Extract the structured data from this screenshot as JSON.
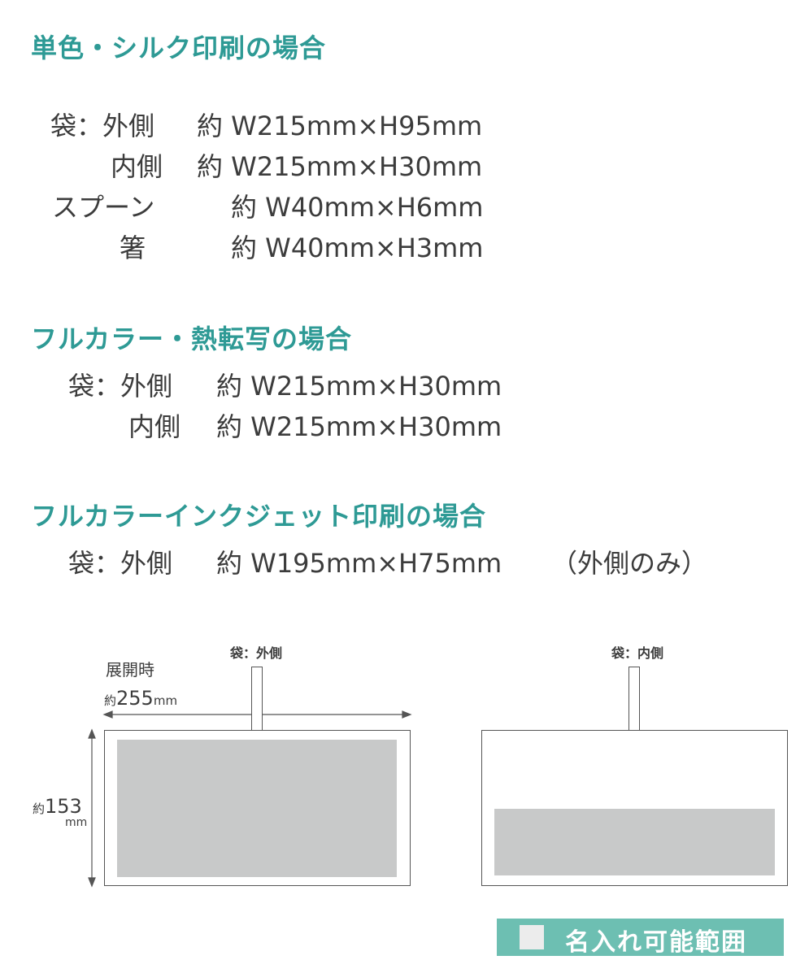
{
  "sections": [
    {
      "title": "単色・シルク印刷の場合",
      "rows": [
        {
          "label": "袋：外側",
          "value": "約 W215mm×H95mm"
        },
        {
          "label": "内側",
          "value": "約 W215mm×H30mm"
        },
        {
          "label": "スプーン",
          "value": "約 W40mm×H6mm"
        },
        {
          "label": "箸",
          "value": "約 W40mm×H3mm"
        }
      ]
    },
    {
      "title": "フルカラー・熱転写の場合",
      "rows": [
        {
          "label": "袋：外側",
          "value": "約 W215mm×H30mm"
        },
        {
          "label": "内側",
          "value": "約 W215mm×H30mm"
        }
      ]
    },
    {
      "title": "フルカラーインクジェット印刷の場合",
      "rows": [
        {
          "label": "袋：外側",
          "value": "約 W195mm×H75mm",
          "note": "（外側のみ）"
        }
      ]
    }
  ],
  "diagram": {
    "outer_label": "袋：外側",
    "inner_label": "袋：内側",
    "unfolded_label": "展開時",
    "width_prefix": "約",
    "width_value": "255",
    "width_unit": "mm",
    "height_prefix": "約",
    "height_value": "153",
    "height_unit": "mm",
    "line_color": "#555555",
    "area_color": "#c8c9c9"
  },
  "legend": {
    "label": "名入れ可能範囲",
    "background": "#6dbfb2",
    "swatch": "#ececec"
  }
}
